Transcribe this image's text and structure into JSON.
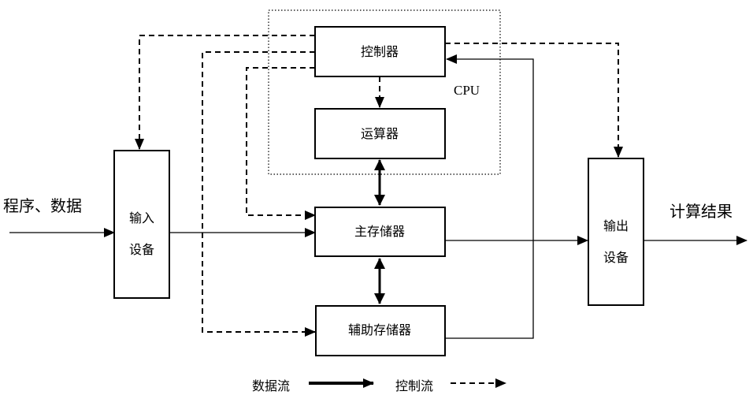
{
  "title": "计算机硬件组成结构图",
  "nodes": {
    "controller": "控制器",
    "alu": "运算器",
    "cpu_label": "CPU",
    "main_memory": "主存储器",
    "aux_memory": "辅助存储器",
    "input_device": [
      "输入",
      "设备"
    ],
    "output_device": [
      "输出",
      "设备"
    ]
  },
  "io_labels": {
    "input": "程序、数据",
    "output": "计算结果"
  },
  "legend": {
    "data_flow": "数据流",
    "control_flow": "控制流"
  }
}
